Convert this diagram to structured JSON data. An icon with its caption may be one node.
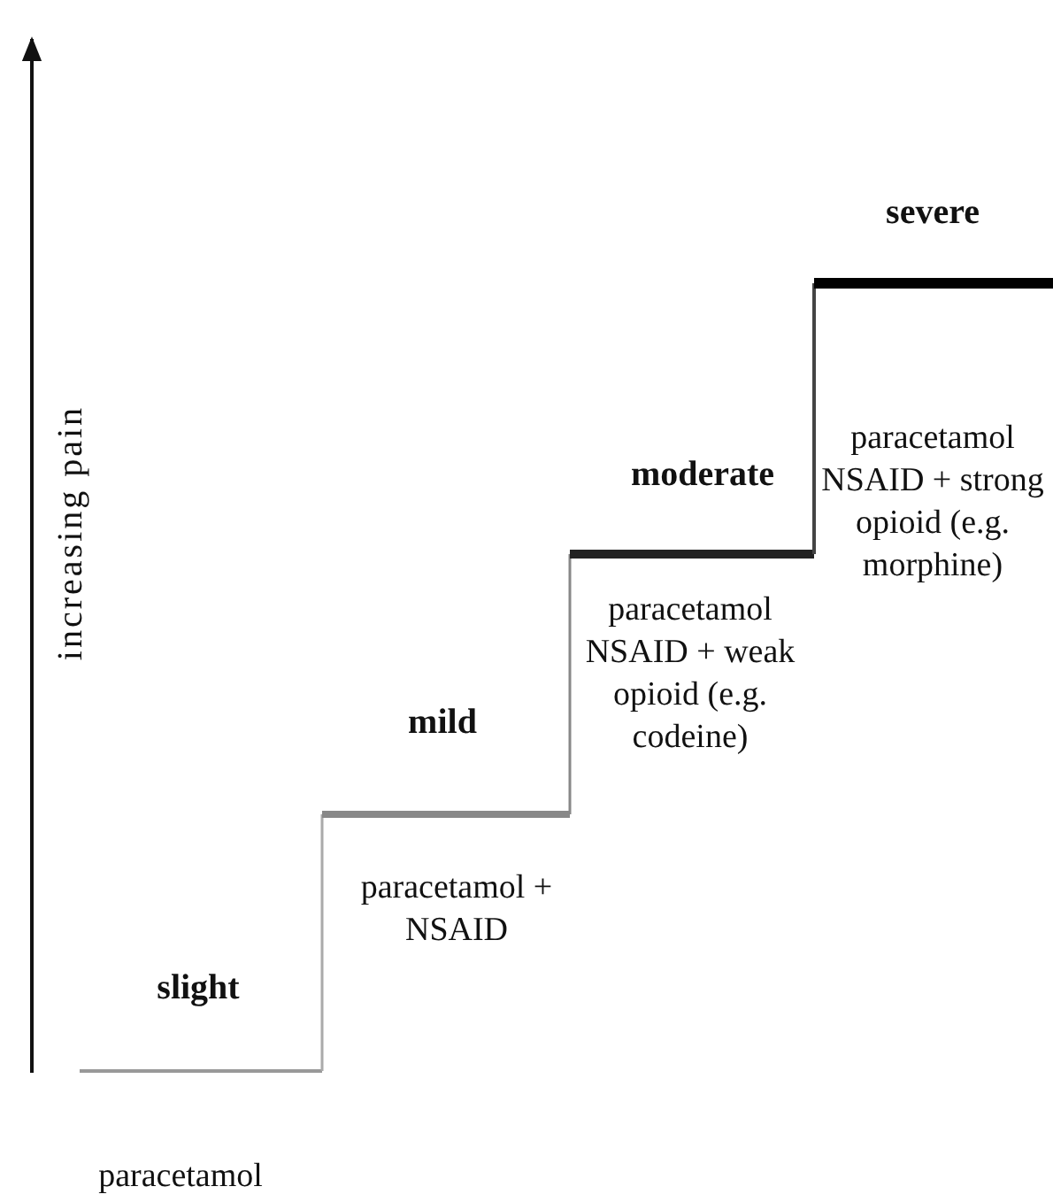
{
  "diagram": {
    "labels": [
      "increasing pain",
      "severe",
      "paracetamol NSAID + strong opioid (e.g. morphine)",
      "moderate",
      "paracetamol NSAID + weak opioid (e.g. codeine)",
      "mild",
      "paracetamol + NSAID",
      "slight",
      "paracetamol"
    ]
  }
}
